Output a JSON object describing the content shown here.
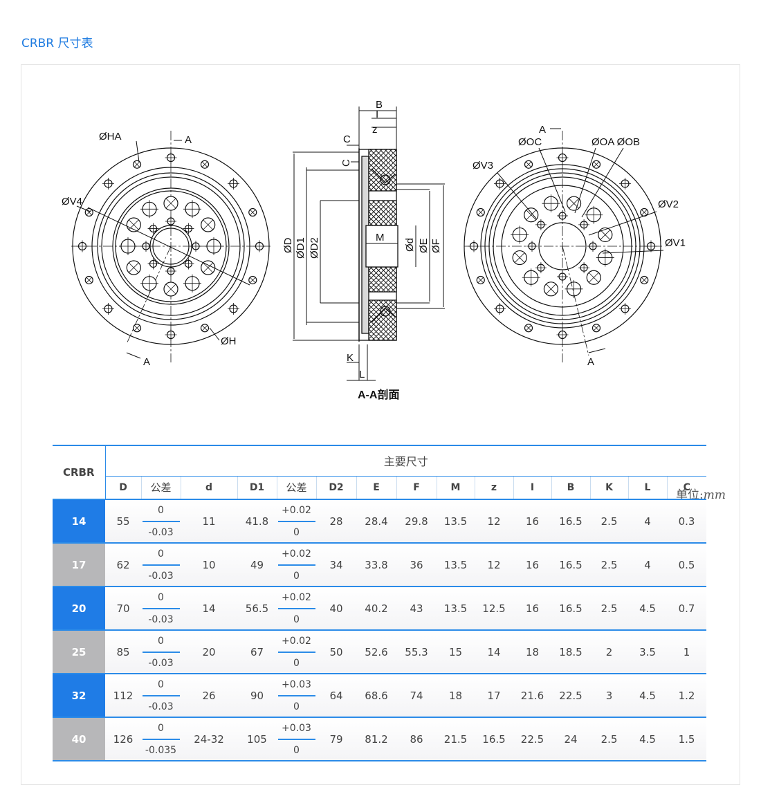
{
  "page_title": "CRBR 尺寸表",
  "unit": {
    "label": "单位:",
    "value": "mm"
  },
  "drawing": {
    "labels": {
      "left": {
        "ha": "ØHA",
        "a_top": "A",
        "v4": "ØV4",
        "h": "ØH",
        "a_bottom": "A"
      },
      "middle": {
        "b": "B",
        "i": "I",
        "z": "z",
        "c_top": "C",
        "c_side": "C",
        "d_outer": "ØD",
        "d1": "ØD1",
        "d2": "ØD2",
        "m": "M",
        "d_small": "Ød",
        "e": "ØE",
        "f": "ØF",
        "k": "K",
        "l": "L",
        "section": "A-A剖面"
      },
      "right": {
        "a_top": "A",
        "oc": "ØOC",
        "oa_ob": "ØOA ØOB",
        "v3": "ØV3",
        "v2": "ØV2",
        "v1": "ØV1",
        "a_bottom": "A"
      }
    }
  },
  "table": {
    "corner": "CRBR",
    "group_header": "主要尺寸",
    "columns": [
      "D",
      "公差",
      "d",
      "D1",
      "公差",
      "D2",
      "E",
      "F",
      "M",
      "z",
      "I",
      "B",
      "K",
      "L",
      "C"
    ],
    "rows": [
      {
        "model": "14",
        "D": "55",
        "tolD": [
          "0",
          "-0.03"
        ],
        "d": "11",
        "D1": "41.8",
        "tolD1": [
          "+0.02",
          "0"
        ],
        "D2": "28",
        "E": "28.4",
        "F": "29.8",
        "M": "13.5",
        "z": "12",
        "I": "16",
        "B": "16.5",
        "K": "2.5",
        "L": "4",
        "C": "0.3"
      },
      {
        "model": "17",
        "D": "62",
        "tolD": [
          "0",
          "-0.03"
        ],
        "d": "10",
        "D1": "49",
        "tolD1": [
          "+0.02",
          "0"
        ],
        "D2": "34",
        "E": "33.8",
        "F": "36",
        "M": "13.5",
        "z": "12",
        "I": "16",
        "B": "16.5",
        "K": "2.5",
        "L": "4",
        "C": "0.5"
      },
      {
        "model": "20",
        "D": "70",
        "tolD": [
          "0",
          "-0.03"
        ],
        "d": "14",
        "D1": "56.5",
        "tolD1": [
          "+0.02",
          "0"
        ],
        "D2": "40",
        "E": "40.2",
        "F": "43",
        "M": "13.5",
        "z": "12.5",
        "I": "16",
        "B": "16.5",
        "K": "2.5",
        "L": "4.5",
        "C": "0.7"
      },
      {
        "model": "25",
        "D": "85",
        "tolD": [
          "0",
          "-0.03"
        ],
        "d": "20",
        "D1": "67",
        "tolD1": [
          "+0.02",
          "0"
        ],
        "D2": "50",
        "E": "52.6",
        "F": "55.3",
        "M": "15",
        "z": "14",
        "I": "18",
        "B": "18.5",
        "K": "2",
        "L": "3.5",
        "C": "1"
      },
      {
        "model": "32",
        "D": "112",
        "tolD": [
          "0",
          "-0.03"
        ],
        "d": "26",
        "D1": "90",
        "tolD1": [
          "+0.03",
          "0"
        ],
        "D2": "64",
        "E": "68.6",
        "F": "74",
        "M": "18",
        "z": "17",
        "I": "21.6",
        "B": "22.5",
        "K": "3",
        "L": "4.5",
        "C": "1.2"
      },
      {
        "model": "40",
        "D": "126",
        "tolD": [
          "0",
          "-0.035"
        ],
        "d": "24-32",
        "D1": "105",
        "tolD1": [
          "+0.03",
          "0"
        ],
        "D2": "79",
        "E": "81.2",
        "F": "86",
        "M": "21.5",
        "z": "16.5",
        "I": "22.5",
        "B": "24",
        "K": "2.5",
        "L": "4.5",
        "C": "1.5"
      }
    ],
    "row_colors": [
      "blue",
      "gray",
      "blue",
      "gray",
      "blue",
      "gray"
    ],
    "accent_blue": "#1f7ce6",
    "accent_gray": "#b7b7b9"
  }
}
